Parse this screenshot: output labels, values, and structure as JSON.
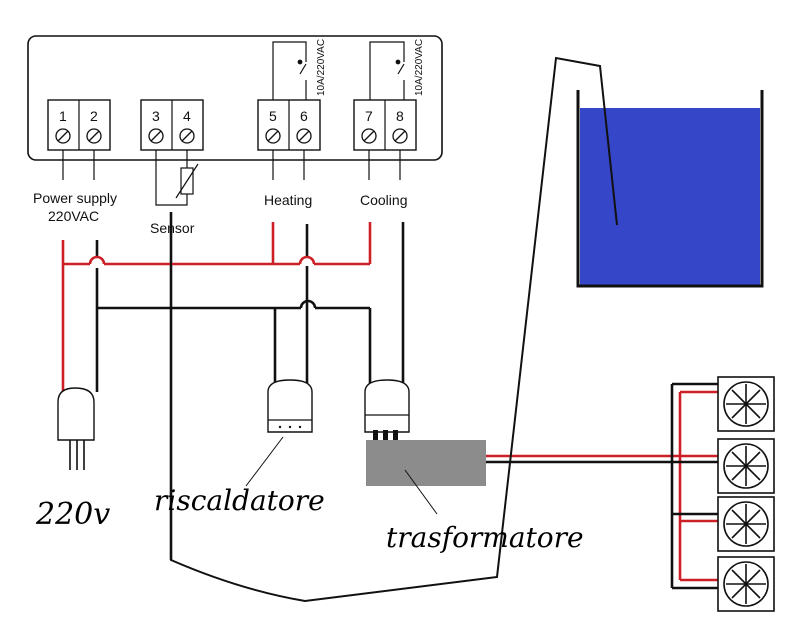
{
  "controller": {
    "terminals": [
      "1",
      "2",
      "3",
      "4",
      "5",
      "6",
      "7",
      "8"
    ],
    "relay_rating_left": "10A/220VAC",
    "relay_rating_right": "10A/220VAC",
    "label_power_line1": "Power supply",
    "label_power_line2": "220VAC",
    "label_sensor": "Sensor",
    "label_heating": "Heating",
    "label_cooling": "Cooling"
  },
  "annotations": {
    "voltage": "220v",
    "heater": "riscaldatore",
    "transformer": "trasformatore"
  },
  "colors": {
    "live_wire": "#cc1f26",
    "neutral_wire": "#111111",
    "water": "#3547c8",
    "transformer_box": "#8c8c8c"
  }
}
